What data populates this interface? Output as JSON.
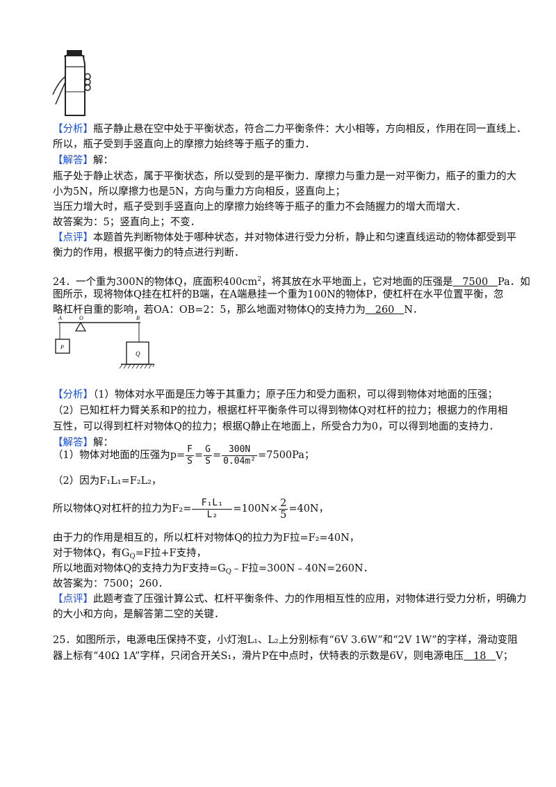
{
  "q23": {
    "analysis_tag": "【分析】",
    "analysis_1": "瓶子静止悬在空中处于平衡状态，符合二力平衡条件：大小相等，方向相反，作用在同一直线上．",
    "analysis_2": "所以，瓶子受到手竖直向上的摩擦力始终等于瓶子的重力．",
    "solution_tag": "【解答】",
    "solution_head": "解：",
    "sol_1": "瓶子处于静止状态，属于平衡状态，所以受到的是平衡力．摩擦力与重力是一对平衡力，瓶子的重力的大",
    "sol_2": "小为5N，所以摩擦力也是5N，方向与重力方向相反，竖直向上；",
    "sol_3": "当压力增大时，瓶子受到手竖直向上的摩擦力始终等于瓶子的重力不会随握力的增大而增大．",
    "sol_4": "故答案为：5；竖直向上；不变．",
    "comment_tag": "【点评】",
    "comment_1": "本题首先判断物体处于哪种状态，并对物体进行受力分析，静止和匀速直线运动的物体都受到平",
    "comment_2": "衡力的作用，根据平衡力的特点进行判断．"
  },
  "q24": {
    "stem_1a": "24．一个重为300N的物体Q，底面积400cm",
    "stem_1sup": "2",
    "stem_1b": "，将其放在水平地面上，它对地面的压强是",
    "answer_1": "   7500   ",
    "stem_1c": "Pa．如",
    "stem_2": "图所示，现将物体Q挂在杠杆的B端，在A端悬挂一个重为100N的物体P，使杠杆在水平位置平衡，忽",
    "stem_3a": "略杠杆自重的影响，若OA：OB=2：5，那么地面对物体Q的支持力为",
    "answer_2": "   260   ",
    "stem_3b": "N．",
    "fig_label_A": "A",
    "fig_label_O": "O",
    "fig_label_B": "B",
    "fig_label_P": "P",
    "fig_label_Q": "Q",
    "analysis_tag": "【分析】",
    "analysis_1": "（1）物体对水平面是压力等于其重力；原子压力和受力面积，可以得到物体对地面的压强；",
    "analysis_2": "（2）已知杠杆力臂关系和P的拉力，根据杠杆平衡条件可以得到物体Q对杠杆的拉力；根据力的作用相",
    "analysis_3": "互性，可以得到杠杆对物体Q的拉力；根据Q静止在地面上，所受合力为0，可以得到地面的支持力．",
    "solution_tag": "【解答】",
    "solution_head": "解：",
    "eq1_pre": "（1）物体对地面的压强为p=",
    "eq1_f_num": "F",
    "eq1_f_den": "S",
    "eq1_eq": "=",
    "eq1_g_num": "G",
    "eq1_g_den": "S",
    "eq1_v_num": "300N",
    "eq1_v_den": "0.04m²",
    "eq1_post": "=7500Pa；",
    "eq2": "（2）因为F₁L₁=F₂L₂，",
    "eq3_pre": "所以物体Q对杠杆的拉力为F₂=",
    "eq3_num": "F₁L₁",
    "eq3_den": "L₂",
    "eq3_mid": "=100N×",
    "eq3_num2": "2",
    "eq3_den2": "5",
    "eq3_post": "=40N，",
    "sol_4": "由于力的作用是相互的，所以杠杆对物体Q的拉力为F拉=F₂=40N，",
    "sol_5": "对于物体Q，有G",
    "sol_5sub": "Q",
    "sol_5b": "=F拉+F支持，",
    "sol_6": "所以地面对物体Q的支持力为F支持=G",
    "sol_6sub": "Q",
    "sol_6b": "﹣F拉=300N﹣40N=260N．",
    "sol_7": "故答案为：7500；260．",
    "comment_tag": "【点评】",
    "comment_1": "此题考查了压强计算公式、杠杆平衡条件、力的作用相互性的应用，对物体进行受力分析，明确力",
    "comment_2": "的大小和方向，是解答第二空的关键．"
  },
  "q25": {
    "stem_1": "25．如图所示，电源电压保持不变，小灯泡L₁、L₂上分别标有“6V  3.6W”和“2V  1W”的字样，滑动变阻",
    "stem_2a": "器上标有“40Ω  1A”字样，只闭合开关S₁，滑片P在中点时，伏特表的示数是6V，则电源电压",
    "answer": "   18   ",
    "stem_2b": "V；"
  }
}
